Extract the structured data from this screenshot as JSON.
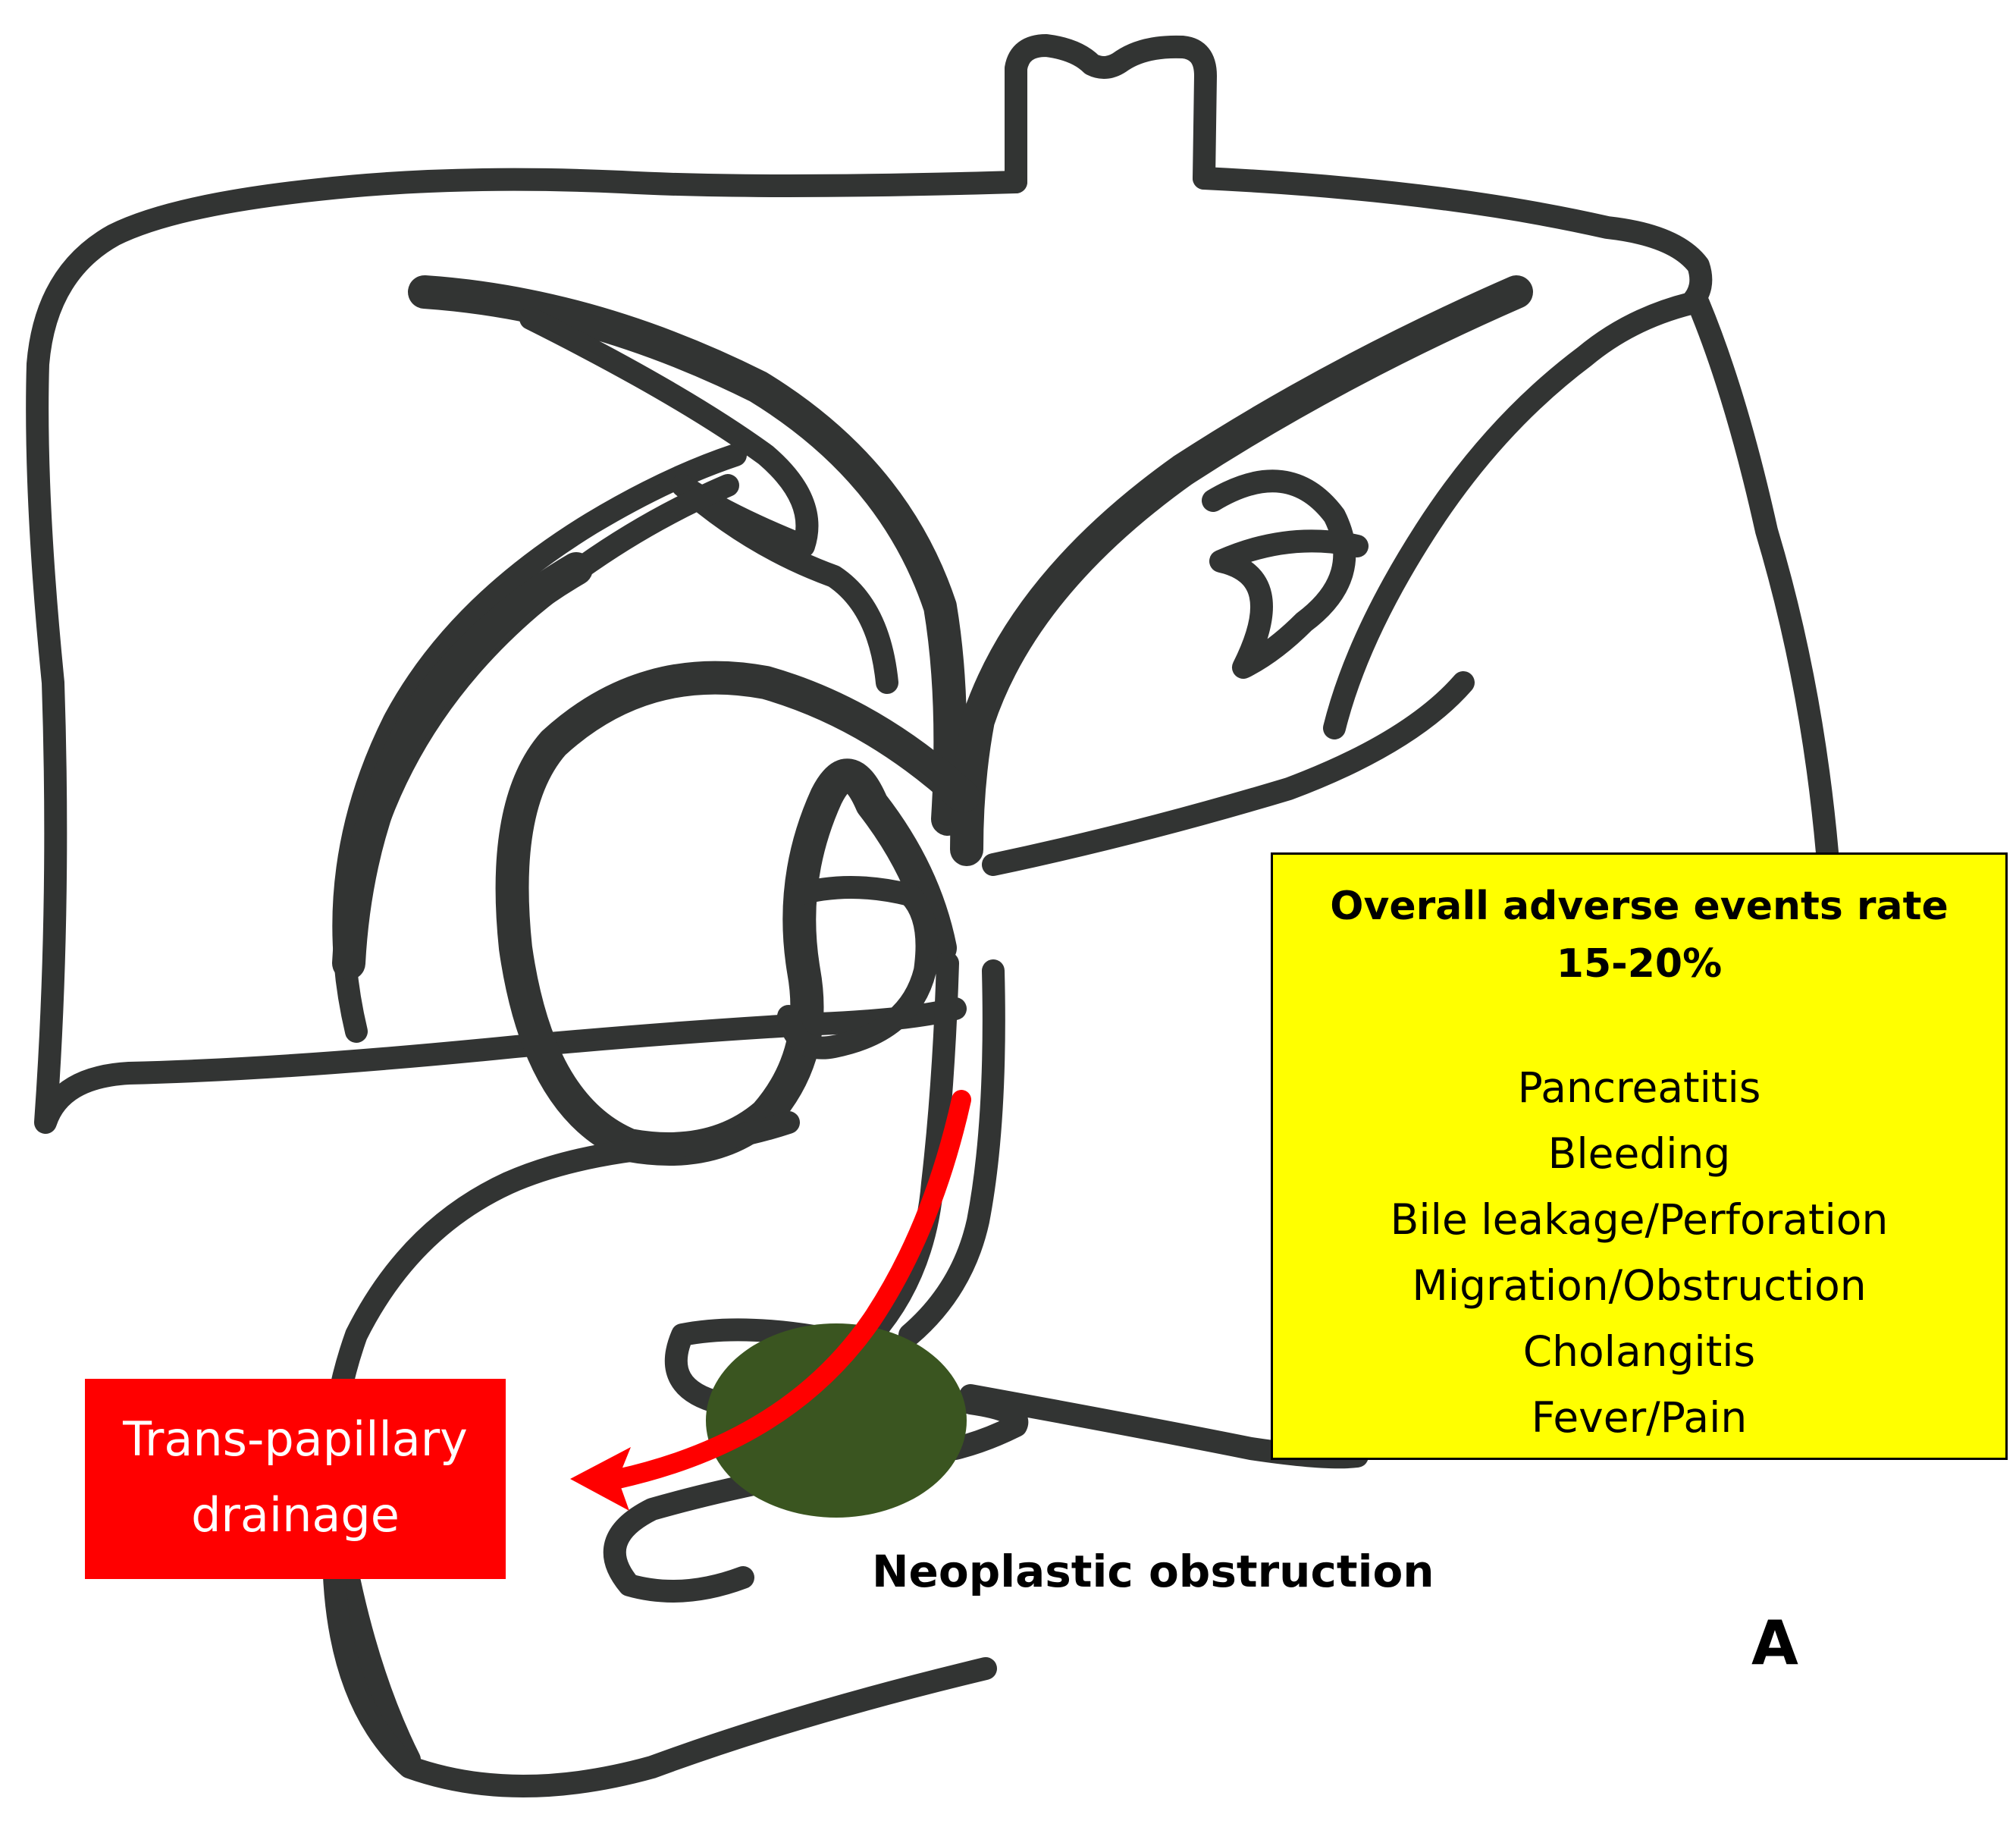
{
  "info_box": {
    "title_line1": "Overall adverse events rate",
    "title_line2": "15-20%",
    "items": [
      "Pancreatitis",
      "Bleeding",
      "Bile leakage/Perforation",
      "Migration/Obstruction",
      "Cholangitis",
      "Fever/Pain"
    ],
    "background_color": "#ffff00"
  },
  "drainage_label": {
    "line1": "Trans-papillary",
    "line2": "drainage",
    "background_color": "#ff0000"
  },
  "obstruction_label": "Neoplastic obstruction",
  "panel_letter": "A",
  "colors": {
    "outline": "#323433",
    "tumor": "#3a5520",
    "arrow": "#ff0000"
  }
}
